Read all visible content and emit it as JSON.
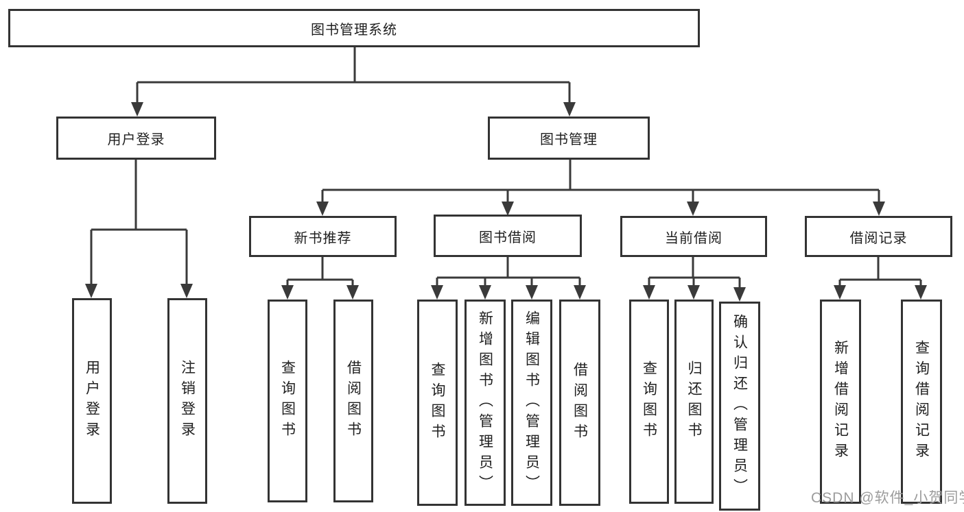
{
  "diagram": {
    "title": "图书管理系统",
    "type": "hierarchy-diagram",
    "colors": {
      "line": "#3a3a3a",
      "box_border": "#333333",
      "box_background": "#ffffff",
      "text": "#1f1f1f",
      "watermark": "#9c9c9c",
      "page_background": "#ffffff"
    },
    "nodes": {
      "root": "图书管理系统",
      "user_login": "用户登录",
      "book_mgmt": "图书管理",
      "new_book_rec": "新书推荐",
      "book_borrow": "图书借阅",
      "current_borrow": "当前借阅",
      "borrow_records": "借阅记录",
      "leaf_user_login": "用户登录",
      "leaf_logout": "注销登录",
      "leaf_nbr_query": "查询图书",
      "leaf_nbr_borrow": "借阅图书",
      "leaf_bb_query": "查询图书",
      "leaf_bb_add": "新增图书（管理员）",
      "leaf_bb_edit": "编辑图书（管理员）",
      "leaf_bb_borrow": "借阅图书",
      "leaf_cb_query": "查询图书",
      "leaf_cb_return": "归还图书",
      "leaf_cb_confirm": "确认归还（管理员）",
      "leaf_br_add": "新增借阅记录",
      "leaf_br_query": "查询借阅记录"
    },
    "hierarchy": {
      "图书管理系统": [
        "用户登录",
        "图书管理"
      ],
      "用户登录": [
        "用户登录",
        "注销登录"
      ],
      "图书管理": [
        "新书推荐",
        "图书借阅",
        "当前借阅",
        "借阅记录"
      ],
      "新书推荐": [
        "查询图书",
        "借阅图书"
      ],
      "图书借阅": [
        "查询图书",
        "新增图书（管理员）",
        "编辑图书（管理员）",
        "借阅图书"
      ],
      "当前借阅": [
        "查询图书",
        "归还图书",
        "确认归还（管理员）"
      ],
      "借阅记录": [
        "新增借阅记录",
        "查询借阅记录"
      ]
    },
    "watermark": "CSDN @软件_小贺同学"
  }
}
